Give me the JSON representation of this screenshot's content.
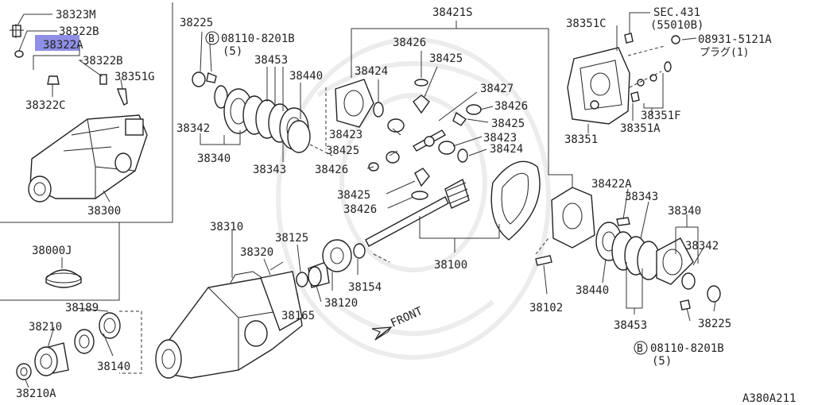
{
  "diagram_code": "A380A211",
  "front_label": "FRONT",
  "circled_b": "B",
  "labels": {
    "p38323M": "38323M",
    "p38322B_top": "38322B",
    "p38322A": "38322A",
    "p38322B_mid": "38322B",
    "p38351G": "38351G",
    "p38322C": "38322C",
    "p38300": "38300",
    "p38000J": "38000J",
    "p38189": "38189",
    "p38210": "38210",
    "p38140": "38140",
    "p38210A": "38210A",
    "p38225_top": "38225",
    "p08110_top": "08110-8201B",
    "p08110_top_qty": "(5)",
    "p38453_top": "38453",
    "p38440_top": "38440",
    "p38342_left": "38342",
    "p38340_left": "38340",
    "p38343_left": "38343",
    "p38421S": "38421S",
    "p38426_a": "38426",
    "p38425_a": "38425",
    "p38424_a": "38424",
    "p38427": "38427",
    "p38426_b": "38426",
    "p38425_b": "38425",
    "p38423_a": "38423",
    "p38425_c": "38425",
    "p38423_b": "38423",
    "p38424_b": "38424",
    "p38426_c": "38426",
    "p38425_d": "38425",
    "p38426_d": "38426",
    "p38310": "38310",
    "p38125": "38125",
    "p38320": "38320",
    "p38154": "38154",
    "p38120": "38120",
    "p38165": "38165",
    "p38100": "38100",
    "p38102": "38102",
    "p38351C": "38351C",
    "sec431": "SEC.431",
    "sec431_code": "(55010B)",
    "p08931": "08931-5121A",
    "plug": "プラグ(1)",
    "p38351F": "38351F",
    "p38351A": "38351A",
    "p38351": "38351",
    "p38422A": "38422A",
    "p38343_right": "38343",
    "p38340_right": "38340",
    "p38342_right": "38342",
    "p38440_right": "38440",
    "p38453_right": "38453",
    "p38225_right": "38225",
    "p08110_bottom": "08110-8201B",
    "p08110_bottom_qty": "(5)"
  },
  "colors": {
    "highlight": "#8f8fe6",
    "line": "#333333"
  }
}
